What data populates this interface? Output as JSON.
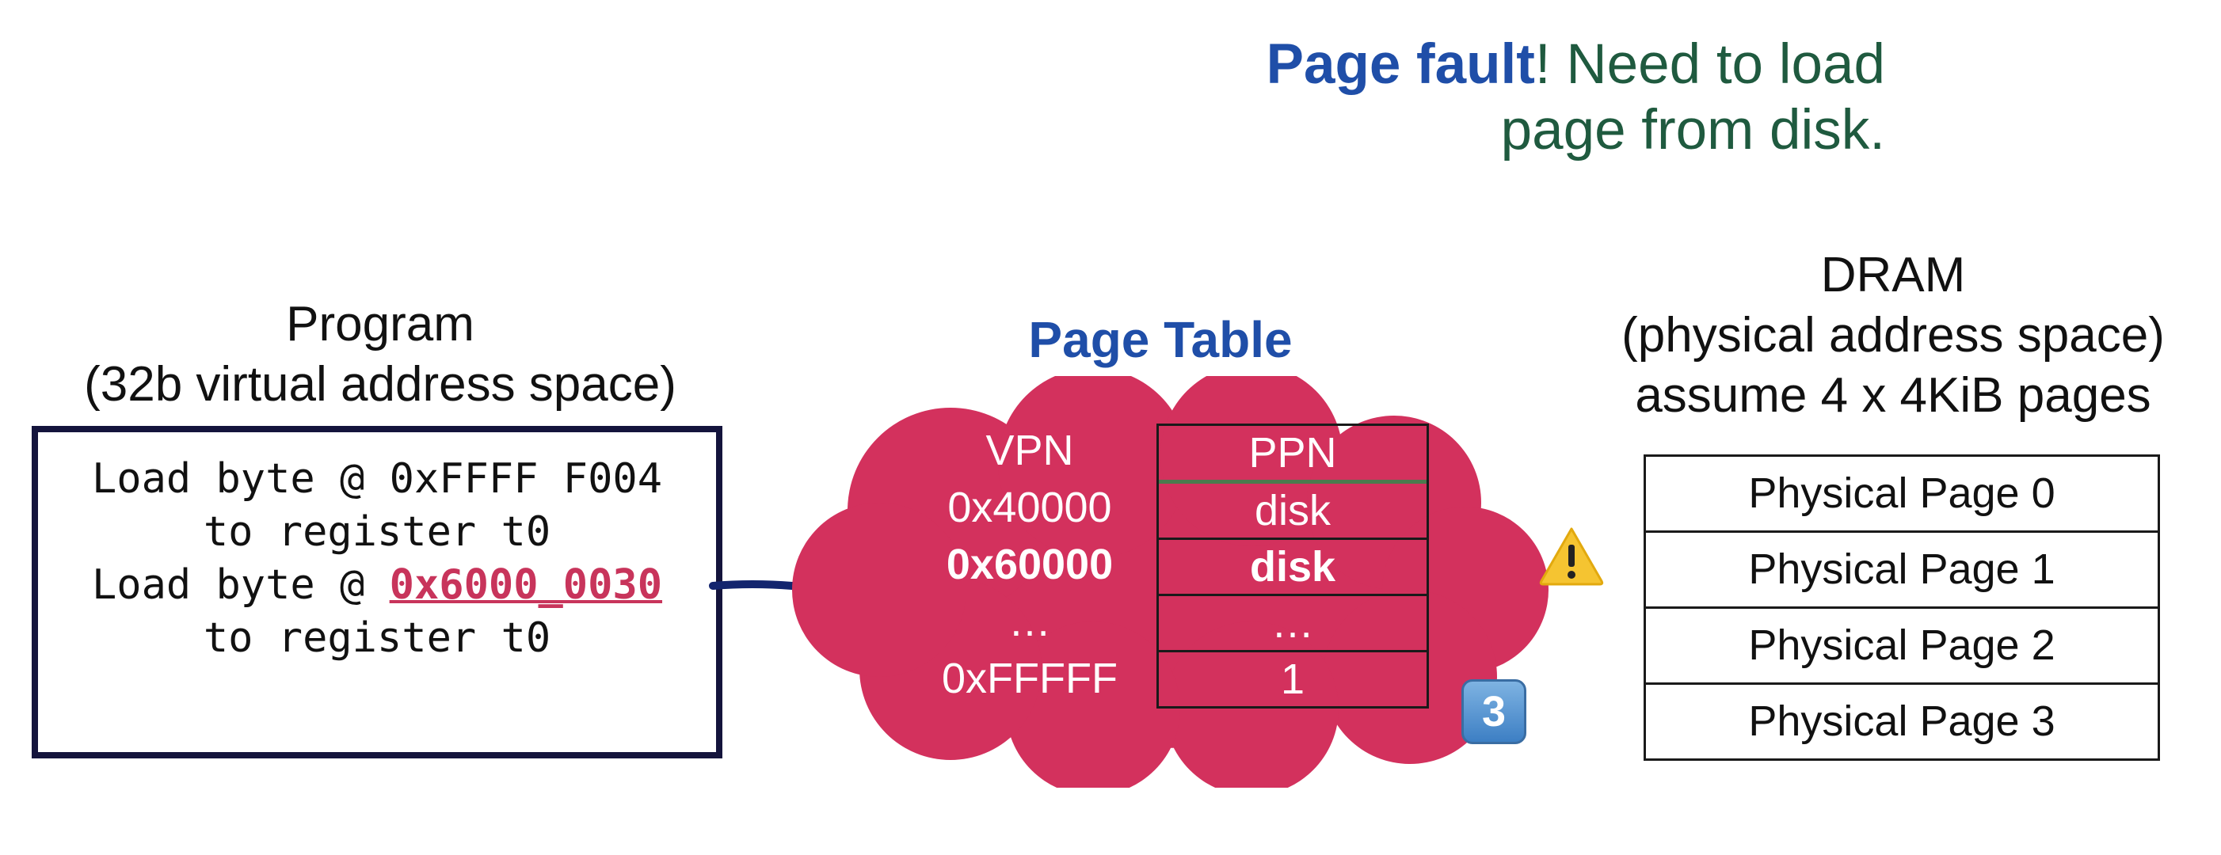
{
  "fault_message": {
    "highlight": "Page fault",
    "line1_rest": "! Need to load",
    "line2": "page from disk."
  },
  "program": {
    "title_line1": "Program",
    "title_line2": "(32b virtual address space)",
    "lines": [
      {
        "prefix": "Load byte @ ",
        "addr": "",
        "text": "0xFFFF F004"
      },
      {
        "prefix": "to register t0",
        "addr": "",
        "text": ""
      },
      {
        "prefix": "Load byte @ ",
        "addr": "0x6000_0030",
        "text": ""
      },
      {
        "prefix": "to register t0",
        "addr": "",
        "text": ""
      }
    ]
  },
  "page_table": {
    "title": "Page Table",
    "vpn_header": "VPN",
    "ppn_header": "PPN",
    "rows": [
      {
        "vpn": "0x40000",
        "ppn": "disk"
      },
      {
        "vpn": "0x60000",
        "ppn": "disk"
      },
      {
        "vpn": "…",
        "ppn": "…"
      },
      {
        "vpn": "0xFFFFF",
        "ppn": "1"
      }
    ]
  },
  "step_badge": "3",
  "dram": {
    "title_line1": "DRAM",
    "title_line2": "(physical address space)",
    "title_line3": "assume 4 x 4KiB pages",
    "pages": [
      "Physical Page 0",
      "Physical Page 1",
      "Physical Page 2",
      "Physical Page 3"
    ]
  },
  "colors": {
    "accent_blue": "#1f4ea8",
    "fault_green": "#1f5a3f",
    "cloud_pink": "#d3315d",
    "address_pink": "#c8345b",
    "arrow_navy": "#13256e",
    "warning_yellow": "#f5c431"
  },
  "icons": [
    "warning-icon",
    "keycap-3-icon",
    "arrow-icon",
    "cloud-shape"
  ]
}
